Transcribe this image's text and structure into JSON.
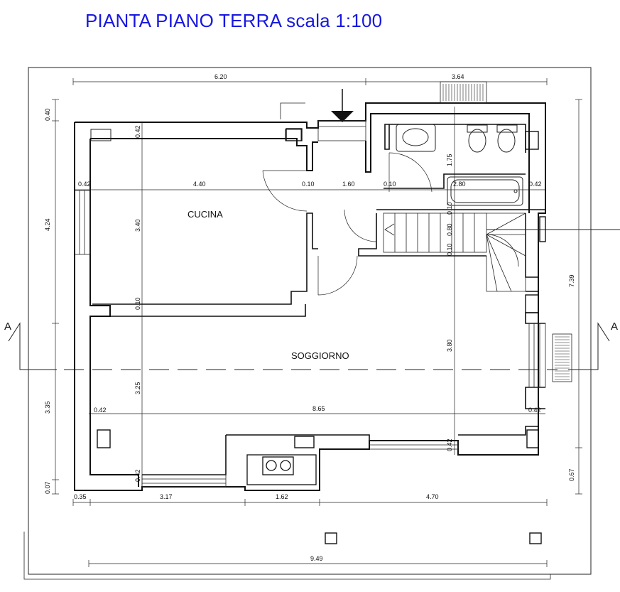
{
  "title": "PIANTA PIANO TERRA scala 1:100",
  "rooms": {
    "kitchen": "CUCINA",
    "living": "SOGGIORNO"
  },
  "section_marks": {
    "left": "A",
    "right": "A"
  },
  "dimensions": {
    "top_left_width": "6.20",
    "top_right_width": "3.64",
    "left_top_offset": "0.40",
    "left_upper_height": "4.24",
    "left_lower_height": "3.35",
    "left_bottom_offset": "0.07",
    "right_upper_height": "7.39",
    "right_bottom_offset": "0.67",
    "bottom_seg1": "0.35",
    "bottom_seg2": "3.17",
    "bottom_seg3": "1.62",
    "bottom_seg4": "4.70",
    "bottom_total": "9.49",
    "kitchen_wall_top": "0.42",
    "kitchen_width": "4.40",
    "kitchen_height": "3.40",
    "kitchen_left_wall": "0.42",
    "partition_a": "0.10",
    "hall_width": "1.60",
    "partition_b": "0.10",
    "bath_width": "2.80",
    "right_wall_upper": "0.42",
    "bath_height": "1.75",
    "stair_wall_a": "0.10",
    "stair_depth": "0.80",
    "stair_wall_b": "0.10",
    "kitchen_bottom_wall": "0.10",
    "living_height": "3.80",
    "living_lower_height": "3.25",
    "living_left_wall": "0.42",
    "living_width": "8.65",
    "living_right_wall": "0.42",
    "bottom_right_wall": "0.42",
    "bottom_left_wall": "0.42"
  }
}
